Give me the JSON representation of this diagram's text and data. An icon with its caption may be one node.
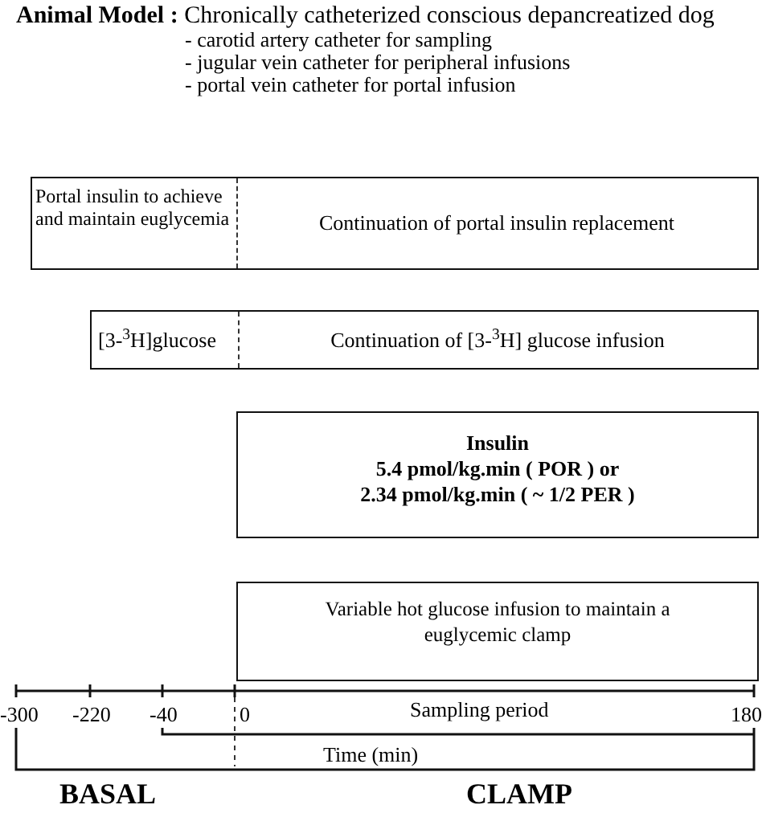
{
  "diagram": {
    "title": "**Animal Model :** Chronically catheterized conscious depancreatized dog",
    "nodes": [
      {
        "text": [
          "Portal insulin to achieve and maintain euglycemia",
          "Continuation of portal insulin replacement"
        ]
      },
      {
        "text": [
          "[3-$^{3}$H]glucose",
          "Continuation of [3-$^{3}$H] glucose infusion"
        ]
      },
      {
        "text": [
          "Insulin",
          "5.4 pmol/kg.min ( POR ) or",
          "2.34 pmol/kg.min ( ~ 1/2 PER )"
        ]
      },
      {
        "text": [
          "Variable hot glucose infusion to maintain a euglycemic clamp"
        ]
      }
    ],
    "labels": [
      "- carotid artery catheter for sampling",
      "- jugular vein catheter for peripheral infusions",
      "- portal vein catheter for portal infusion",
      "-300",
      "-220",
      "-40",
      "0",
      "Sampling period",
      "180",
      "Time (min)",
      "BASAL",
      "CLAMP"
    ]
  }
}
